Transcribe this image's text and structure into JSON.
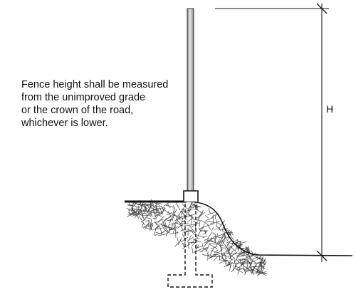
{
  "note": {
    "lines": [
      "Fence height shall be measured",
      "from the unimproved grade",
      "or the crown of the road,",
      "whichever is lower."
    ]
  },
  "dimension": {
    "label": "H"
  }
}
